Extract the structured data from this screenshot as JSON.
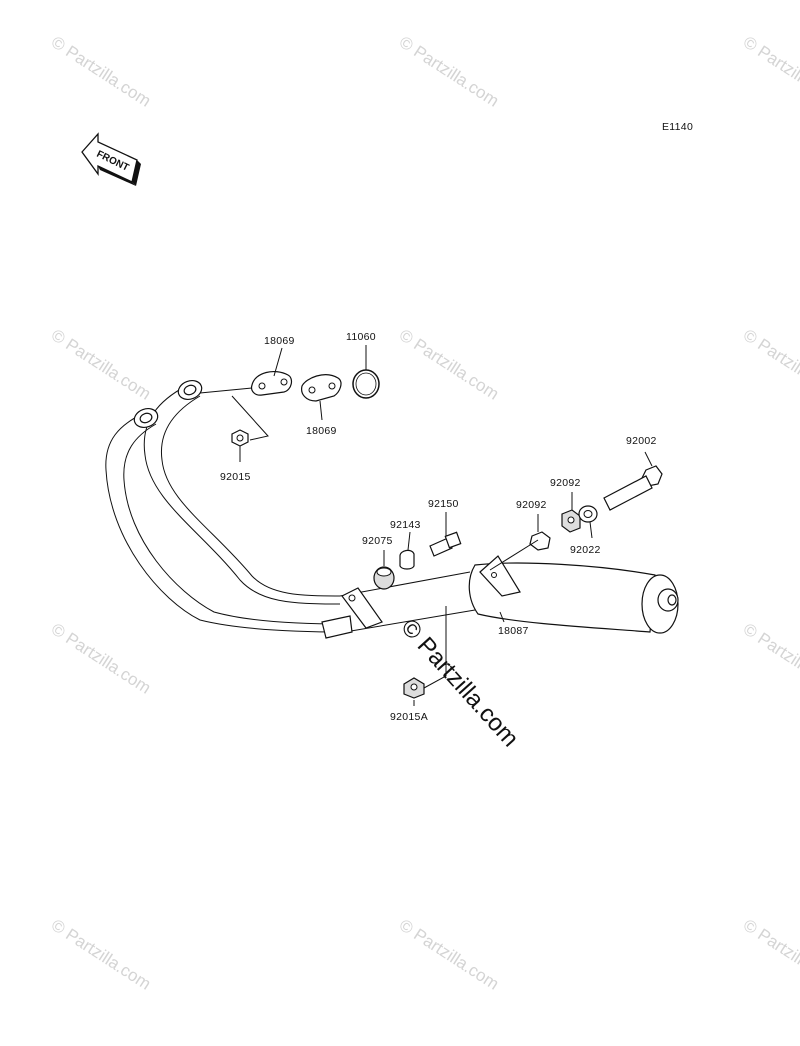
{
  "diagram_code": "E1140",
  "front_label": "FRONT",
  "parts": {
    "p18069_top": "18069",
    "p11060": "11060",
    "p18069_bottom": "18069",
    "p92015": "92015",
    "p92002": "92002",
    "p92092_top": "92092",
    "p92092_left": "92092",
    "p92022": "92022",
    "p92150": "92150",
    "p92143": "92143",
    "p92075": "92075",
    "p18087": "18087",
    "p92015A": "92015A"
  },
  "watermark": {
    "small": "© Partzilla.com",
    "large": "© Partzilla.com"
  }
}
